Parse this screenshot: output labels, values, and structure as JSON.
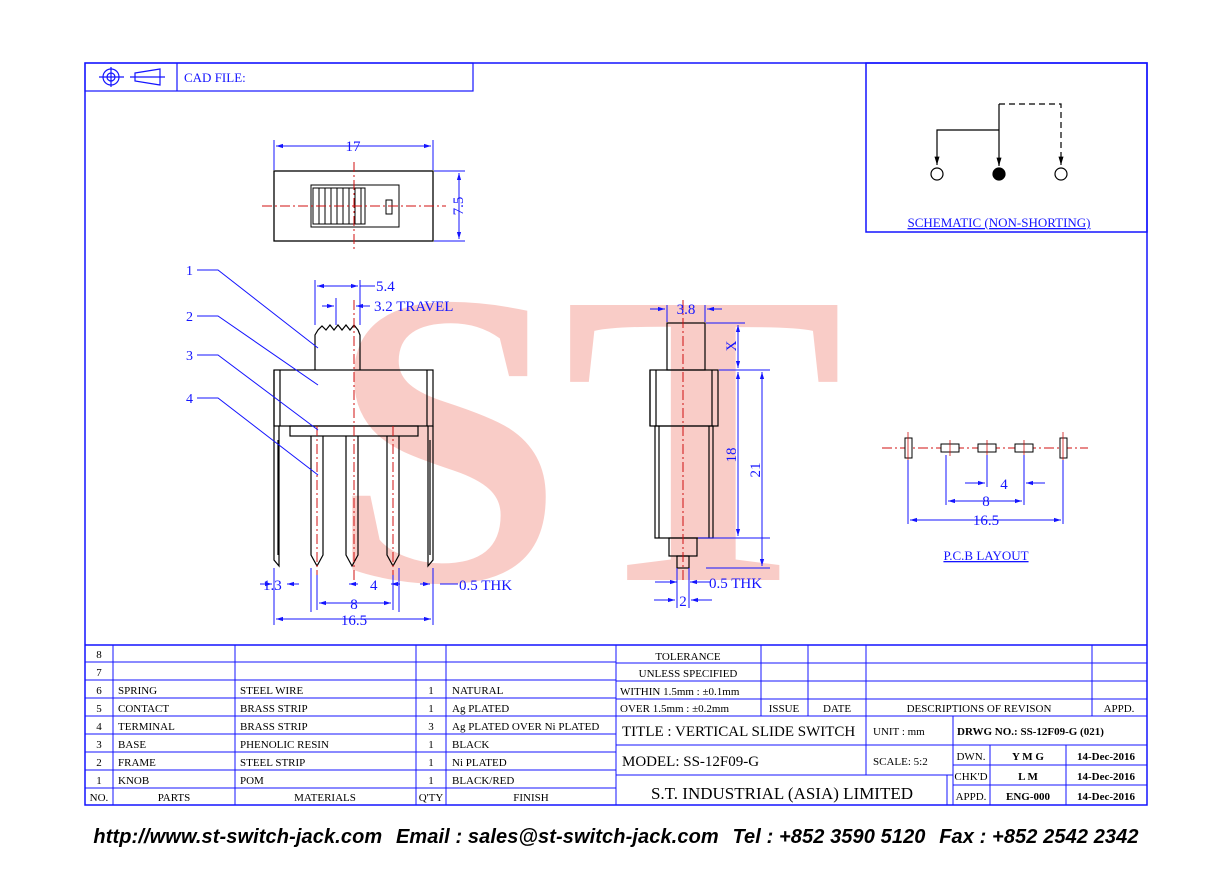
{
  "colors": {
    "line": "#1414ff",
    "center": "#d01010",
    "watermark": "#f08a80",
    "black": "#000000"
  },
  "header": {
    "cad_label": "CAD FILE:"
  },
  "schematic": {
    "caption": "SCHEMATIC (NON-SHORTING)"
  },
  "pcb": {
    "caption": "P.C.B LAYOUT",
    "dim_pitch": "4",
    "dim_mid": "8",
    "dim_total": "16.5"
  },
  "front": {
    "dim_width": "17",
    "dim_height": "7.5",
    "dim_knob": "5.4",
    "dim_travel": "3.2  TRAVEL",
    "dim_left": "1.3",
    "dim_pitch": "4",
    "dim_thk": "0.5  THK",
    "dim_mid": "8",
    "dim_total": "16.5",
    "callouts": [
      "1",
      "2",
      "3",
      "4"
    ]
  },
  "side": {
    "dim_knob": "3.8",
    "dim_x": "X",
    "dim_body": "18",
    "dim_total": "21",
    "dim_thk": "0.5  THK",
    "dim_pin": "2"
  },
  "watermark": "ST",
  "bom": {
    "rows": [
      {
        "no": "8",
        "part": "",
        "material": "",
        "qty": "",
        "finish": ""
      },
      {
        "no": "7",
        "part": "",
        "material": "",
        "qty": "",
        "finish": ""
      },
      {
        "no": "6",
        "part": "SPRING",
        "material": "STEEL WIRE",
        "qty": "1",
        "finish": "NATURAL"
      },
      {
        "no": "5",
        "part": "CONTACT",
        "material": "BRASS STRIP",
        "qty": "1",
        "finish": "Ag PLATED"
      },
      {
        "no": "4",
        "part": "TERMINAL",
        "material": "BRASS STRIP",
        "qty": "3",
        "finish": "Ag PLATED OVER Ni PLATED"
      },
      {
        "no": "3",
        "part": "BASE",
        "material": "PHENOLIC RESIN",
        "qty": "1",
        "finish": "BLACK"
      },
      {
        "no": "2",
        "part": "FRAME",
        "material": "STEEL STRIP",
        "qty": "1",
        "finish": "Ni PLATED"
      },
      {
        "no": "1",
        "part": "KNOB",
        "material": "POM",
        "qty": "1",
        "finish": "BLACK/RED"
      }
    ],
    "headers": {
      "no": "NO.",
      "part": "PARTS",
      "material": "MATERIALS",
      "qty": "Q'TY",
      "finish": "FINISH"
    }
  },
  "tolerance": {
    "line1": "TOLERANCE",
    "line2": "UNLESS   SPECIFIED",
    "within": "WITHIN  1.5mm : ±0.1mm",
    "over": "OVER    1.5mm : ±0.2mm"
  },
  "revision": {
    "issue": "ISSUE",
    "date": "DATE",
    "desc": "DESCRIPTIONS  OF  REVISON",
    "appd": "APPD."
  },
  "title_block": {
    "title": "TITLE : VERTICAL SLIDE SWITCH",
    "unit_label": "UNIT :   mm",
    "drwg": "DRWG NO.: SS-12F09-G (021)",
    "model": "MODEL: SS-12F09-G",
    "scale": "SCALE:  5:2",
    "company": "S.T.  INDUSTRIAL  (ASIA)  LIMITED",
    "dwn_label": "DWN.",
    "dwn_by": "Y M G",
    "dwn_date": "14-Dec-2016",
    "chk_label": "CHK'D",
    "chk_by": "L M",
    "chk_date": "14-Dec-2016",
    "appd_label": "APPD.",
    "appd_by": "ENG-000",
    "appd_date": "14-Dec-2016"
  },
  "footer": {
    "url": "http://www.st-switch-jack.com",
    "email": "Email : sales@st-switch-jack.com",
    "tel": "Tel : +852 3590 5120",
    "fax": "Fax : +852 2542 2342"
  }
}
